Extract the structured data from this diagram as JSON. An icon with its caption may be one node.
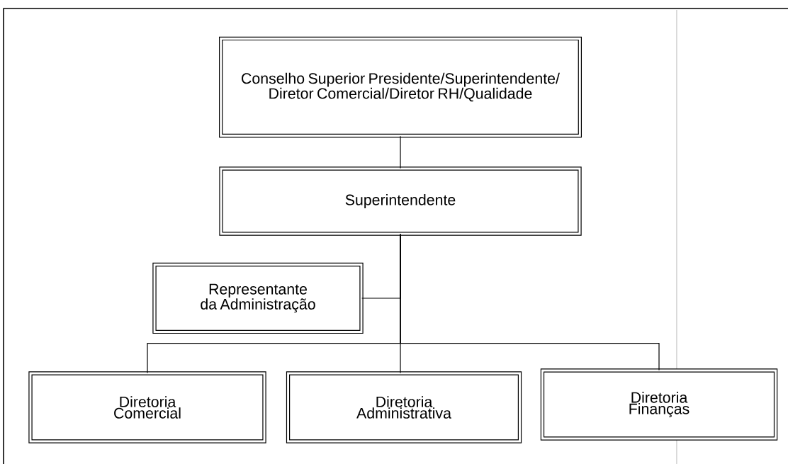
{
  "diagram": {
    "nodes": [
      {
        "text": [
          "Conselho Superior Presidente/Superintendente/ Diretor Comercial/Diretor RH/Qualidade"
        ]
      },
      {
        "text": [
          "Superintendente"
        ]
      },
      {
        "text": [
          "Representante da Administração"
        ]
      },
      {
        "text": [
          "Diretoria Comercial"
        ]
      },
      {
        "text": [
          "Diretoria Administrativa"
        ]
      },
      {
        "text": [
          "Diretoria Finanças"
        ]
      }
    ],
    "edges": [
      {
        "from": 0,
        "to": 1,
        "arrow": "none"
      },
      {
        "from": 1,
        "to": 2,
        "arrow": "none"
      },
      {
        "from": 1,
        "to": 3,
        "arrow": "none"
      },
      {
        "from": 1,
        "to": 4,
        "arrow": "none"
      },
      {
        "from": 1,
        "to": 5,
        "arrow": "none"
      }
    ]
  }
}
